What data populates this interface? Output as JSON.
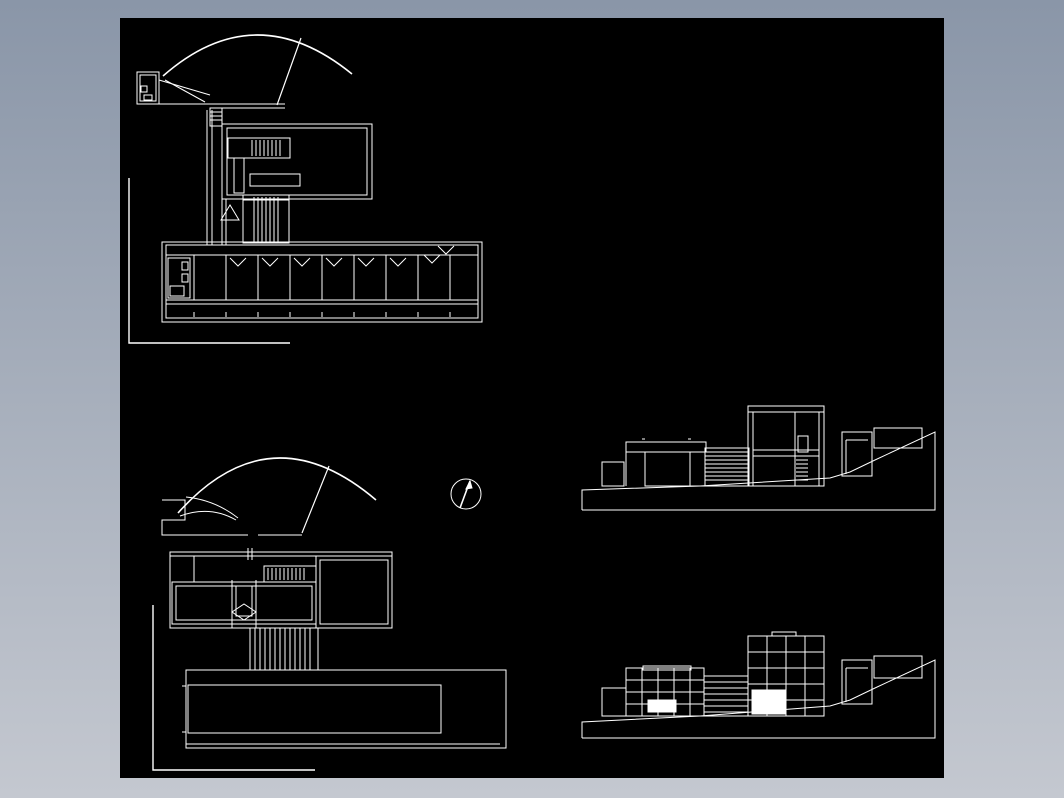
{
  "viewer": {
    "background_top": "#8a96a8",
    "background_bottom": "#c4c8d0"
  },
  "drawing": {
    "sheet_color": "#000000",
    "line_color": "#ffffff",
    "views": [
      {
        "name": "upper-floor-plan"
      },
      {
        "name": "ground-floor-plan"
      },
      {
        "name": "north-arrow"
      },
      {
        "name": "section-elevation"
      },
      {
        "name": "exterior-elevation"
      }
    ]
  }
}
